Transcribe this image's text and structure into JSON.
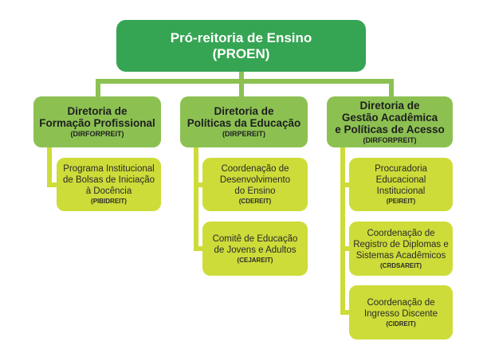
{
  "colors": {
    "top_box": "#35a553",
    "directorate_box": "#8cc152",
    "sub_box": "#cddc39",
    "top_text": "#ffffff",
    "box_text": "#1e1e1e"
  },
  "root": {
    "lines": [
      "Pró-reitoria de Ensino",
      "(PROEN)"
    ]
  },
  "directorates": [
    {
      "lines": [
        "Diretoria de",
        "Formação Profissional"
      ],
      "abbr": "(DIRFORPREIT)",
      "units": [
        {
          "lines": [
            "Programa Institucional",
            "de Bolsas de Iniciação",
            "à Docência"
          ],
          "abbr": "(PIBIDREIT)"
        }
      ]
    },
    {
      "lines": [
        "Diretoria de",
        "Políticas da Educação"
      ],
      "abbr": "(DIRPEREIT)",
      "units": [
        {
          "lines": [
            "Coordenação de",
            "Desenvolvimento",
            "do Ensino"
          ],
          "abbr": "(CDEREIT)"
        },
        {
          "lines": [
            "Comitê de Educação",
            "de Jovens e Adultos"
          ],
          "abbr": "(CEJAREIT)"
        }
      ]
    },
    {
      "lines": [
        "Diretoria de",
        "Gestão Acadêmica",
        "e Políticas de Acesso"
      ],
      "abbr": "(DIRFORPREIT)",
      "units": [
        {
          "lines": [
            "Procuradoria",
            "Educacional",
            "Institucional"
          ],
          "abbr": "(PEIREIT)"
        },
        {
          "lines": [
            "Coordenação de",
            "Registro de Diplomas e",
            "Sistemas Acadêmicos"
          ],
          "abbr": "(CRDSAREIT)"
        },
        {
          "lines": [
            "Coordenação de",
            "Ingresso Discente"
          ],
          "abbr": "(CIDREIT)"
        }
      ]
    }
  ]
}
